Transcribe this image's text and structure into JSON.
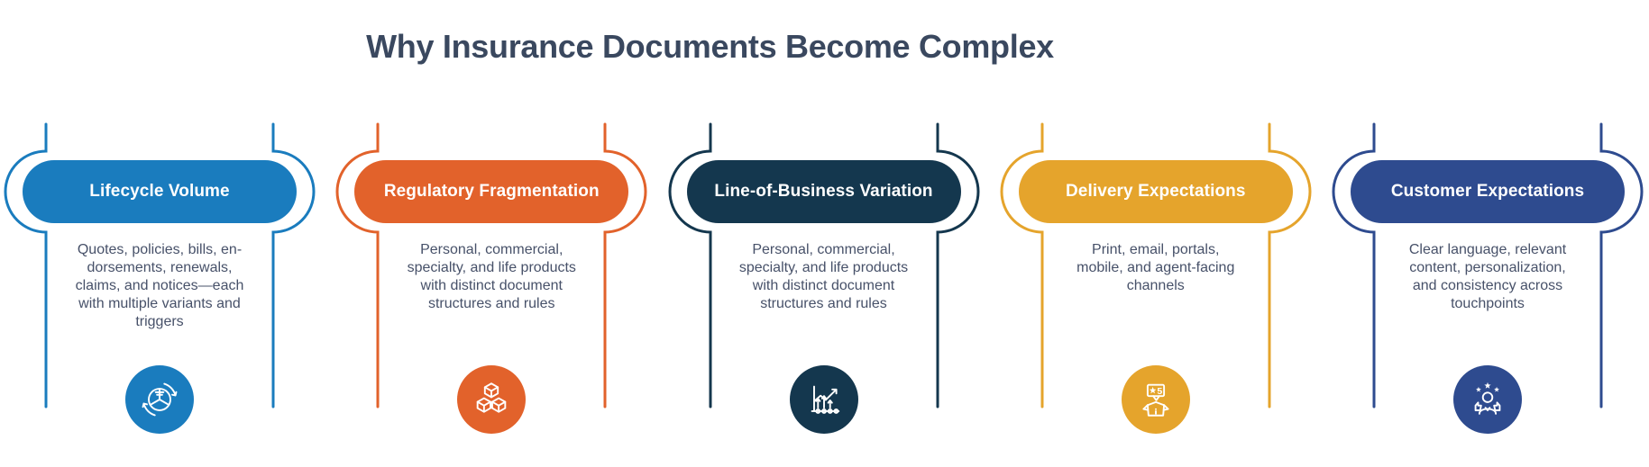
{
  "title": "Why Insurance Documents Become Complex",
  "colors": {
    "title_text": "#3a485f",
    "body_text": "#475169",
    "card_blue": "#1a7cbe",
    "card_orange": "#e2622b",
    "card_navy": "#14374e",
    "card_gold": "#e5a42c",
    "card_royal_blue": "#2e4b8f"
  },
  "cards": [
    {
      "id": "lifecycle-volume",
      "label": "Lifecycle Volume",
      "color": "#1a7cbe",
      "body_lines": [
        "Quotes, policies, bills, en-",
        "dorsements, renewals,",
        "claims, and notices—each",
        "with multiple variants and",
        "triggers"
      ],
      "icon": "lifecycle-pie-cycle-icon"
    },
    {
      "id": "regulatory-fragmentation",
      "label": "Regulatory Fragmentation",
      "color": "#e2622b",
      "body_lines": [
        "Personal, commercial,",
        "specialty, and life products",
        "with distinct document",
        "structures and rules"
      ],
      "icon": "stacked-cubes-icon"
    },
    {
      "id": "line-of-business-variation",
      "label": "Line-of-Business Variation",
      "color": "#14374e",
      "body_lines": [
        "Personal, commercial,",
        "specialty, and life products",
        "with distinct document",
        "structures and rules"
      ],
      "icon": "growth-chart-arrows-icon"
    },
    {
      "id": "delivery-expectations",
      "label": "Delivery Expectations",
      "color": "#e5a42c",
      "body_lines": [
        "Print, email, portals,",
        "mobile, and agent-facing",
        "channels"
      ],
      "icon": "five-star-delivery-box-icon"
    },
    {
      "id": "customer-expectations",
      "label": "Customer Expectations",
      "color": "#2e4b8f",
      "body_lines": [
        "Clear language, relevant",
        "content, personalization,",
        "and consistency across",
        "touchpoints"
      ],
      "icon": "customer-rating-person-icon"
    }
  ]
}
